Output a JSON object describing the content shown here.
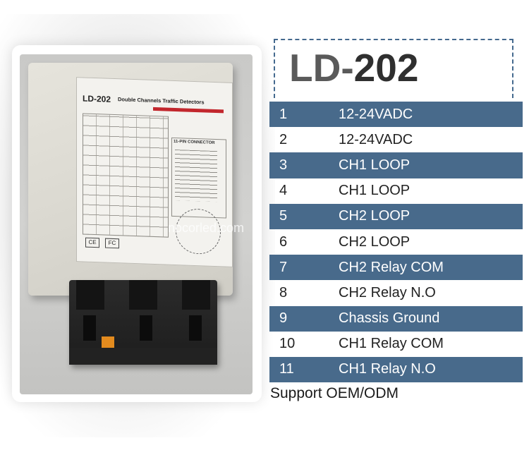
{
  "product": {
    "title_prefix": "LD-",
    "title_number": "202",
    "label_model": "LD-202",
    "label_name": "Double Channels Traffic Detectors",
    "ce_mark": "CE",
    "fc_mark": "FC",
    "pin_connector_heading": "11-PIN CONNECTOR",
    "watermark": "nocorled.com"
  },
  "pins": [
    {
      "num": "1",
      "desc": "12-24VADC",
      "shaded": true
    },
    {
      "num": "2",
      "desc": "12-24VADC",
      "shaded": false
    },
    {
      "num": "3",
      "desc": "CH1 LOOP",
      "shaded": true
    },
    {
      "num": "4",
      "desc": "CH1 LOOP",
      "shaded": false
    },
    {
      "num": "5",
      "desc": "CH2 LOOP",
      "shaded": true
    },
    {
      "num": "6",
      "desc": "CH2 LOOP",
      "shaded": false
    },
    {
      "num": "7",
      "desc": "CH2 Relay COM",
      "shaded": true
    },
    {
      "num": "8",
      "desc": "CH2 Relay N.O",
      "shaded": false
    },
    {
      "num": "9",
      "desc": "Chassis Ground",
      "shaded": true
    },
    {
      "num": "10",
      "desc": "CH1 Relay COM",
      "shaded": false
    },
    {
      "num": "11",
      "desc": "CH1 Relay N.O",
      "shaded": true
    }
  ],
  "support_text": "Support OEM/ODM",
  "colors": {
    "row_accent": "#486a8b",
    "title_frame": "#44698e",
    "relay_base": "#1d1d1d",
    "clip": "#e38b1e"
  }
}
